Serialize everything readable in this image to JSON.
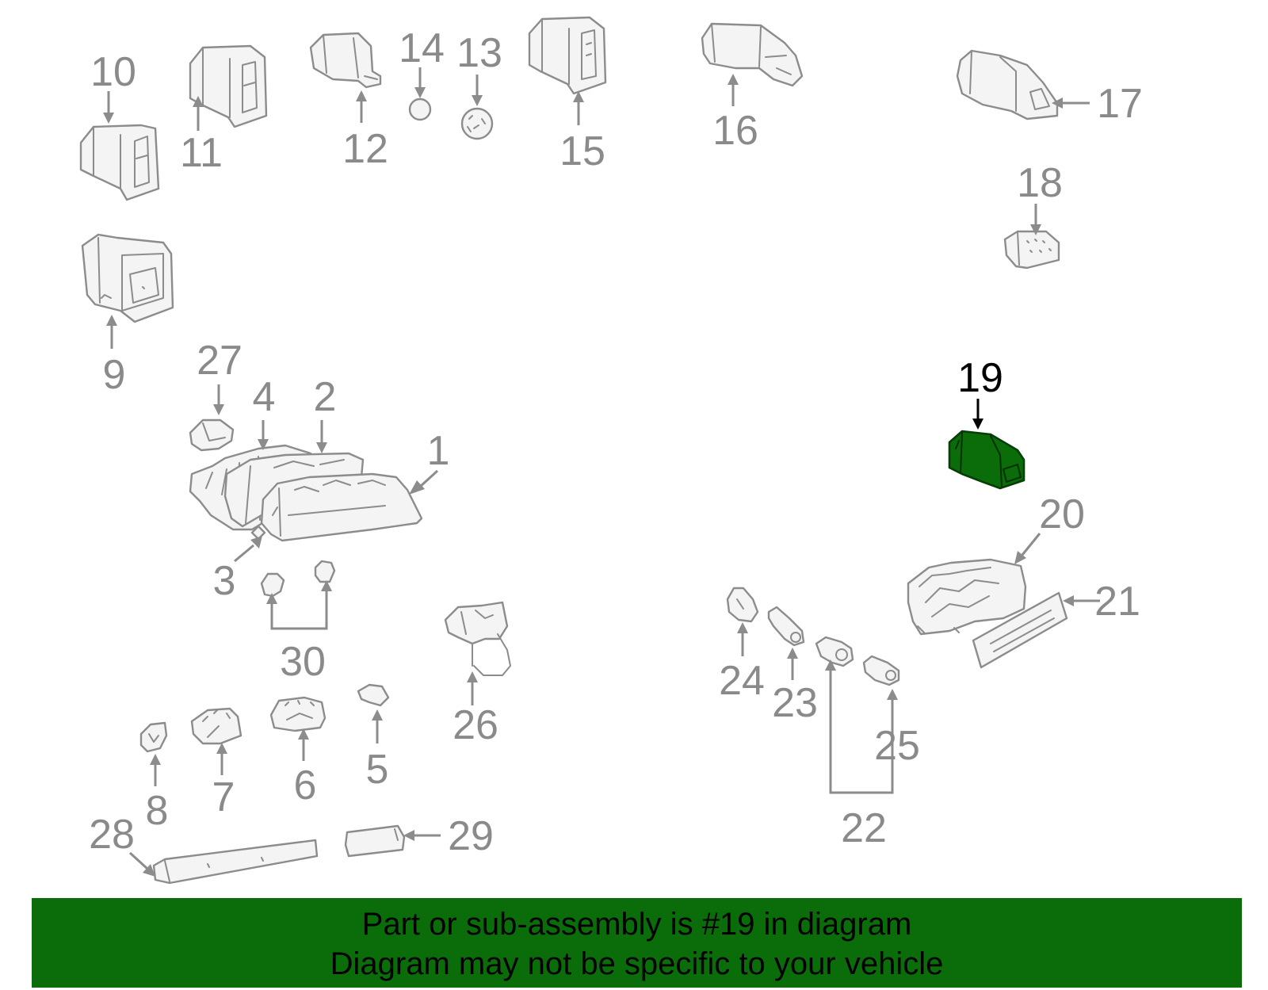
{
  "diagram": {
    "highlighted_part": "19",
    "highlight_color": "#0a6d0a",
    "line_color": "#8c8c8c",
    "callouts": [
      "1",
      "2",
      "3",
      "4",
      "5",
      "6",
      "7",
      "8",
      "9",
      "10",
      "11",
      "12",
      "13",
      "14",
      "15",
      "16",
      "17",
      "18",
      "19",
      "20",
      "21",
      "22",
      "23",
      "24",
      "25",
      "26",
      "27",
      "28",
      "29",
      "30"
    ]
  },
  "banner": {
    "line1": "Part or sub-assembly is #19 in diagram",
    "line2": "Diagram may not be specific to your vehicle",
    "background": "#0a6d0a"
  }
}
